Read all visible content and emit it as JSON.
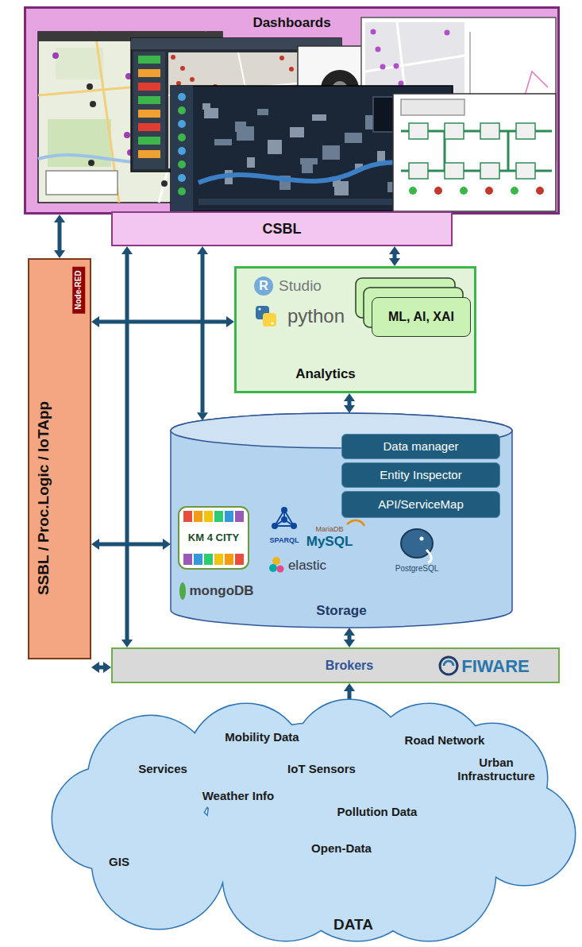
{
  "diagram": {
    "nodes": [
      {
        "text": [
          "Dashboards"
        ]
      },
      {
        "text": [
          "CSBL"
        ]
      },
      {
        "text": [
          "SSBL / Proc.Logic / IoTApp"
        ]
      },
      {
        "text": [
          "Analytics"
        ]
      },
      {
        "text": [
          "ML, AI, XAI"
        ],
        "in": 3
      },
      {
        "text": [
          "Storage"
        ]
      },
      {
        "text": [
          "Data manager"
        ],
        "in": 5
      },
      {
        "text": [
          "Entity Inspector"
        ],
        "in": 5
      },
      {
        "text": [
          "API/ServiceMap"
        ],
        "in": 5
      },
      {
        "text": [
          "Brokers"
        ]
      },
      {
        "text": [
          "Mobility Data",
          "Road Network",
          "Services",
          "IoT Sensors",
          "Urban Infrastructure",
          "Weather Info",
          "Pollution Data",
          "GIS",
          "Open-Data",
          "DATA"
        ]
      }
    ],
    "edges": [
      {
        "from": 0,
        "to": 2,
        "arrow": "both"
      },
      {
        "from": 1,
        "to": 3,
        "arrow": "both"
      },
      {
        "from": 1,
        "to": 5,
        "arrow": "both"
      },
      {
        "from": 1,
        "to": 9,
        "arrow": "both"
      },
      {
        "from": 2,
        "to": 3,
        "arrow": "both"
      },
      {
        "from": 3,
        "to": 5,
        "arrow": "both"
      },
      {
        "from": 2,
        "to": 5,
        "arrow": "both"
      },
      {
        "from": 2,
        "to": 9,
        "arrow": "both"
      },
      {
        "from": 5,
        "to": 9,
        "arrow": "both"
      },
      {
        "from": 10,
        "to": 9,
        "arrow": "to"
      }
    ],
    "labels": [
      "Node-RED",
      "R",
      "Studio",
      "python",
      "KM 4 CITY",
      "SPARQL",
      "MariaDB",
      "MySQL",
      "elastic",
      "mongoDB",
      "PostgreSQL",
      "FIWARE"
    ]
  }
}
